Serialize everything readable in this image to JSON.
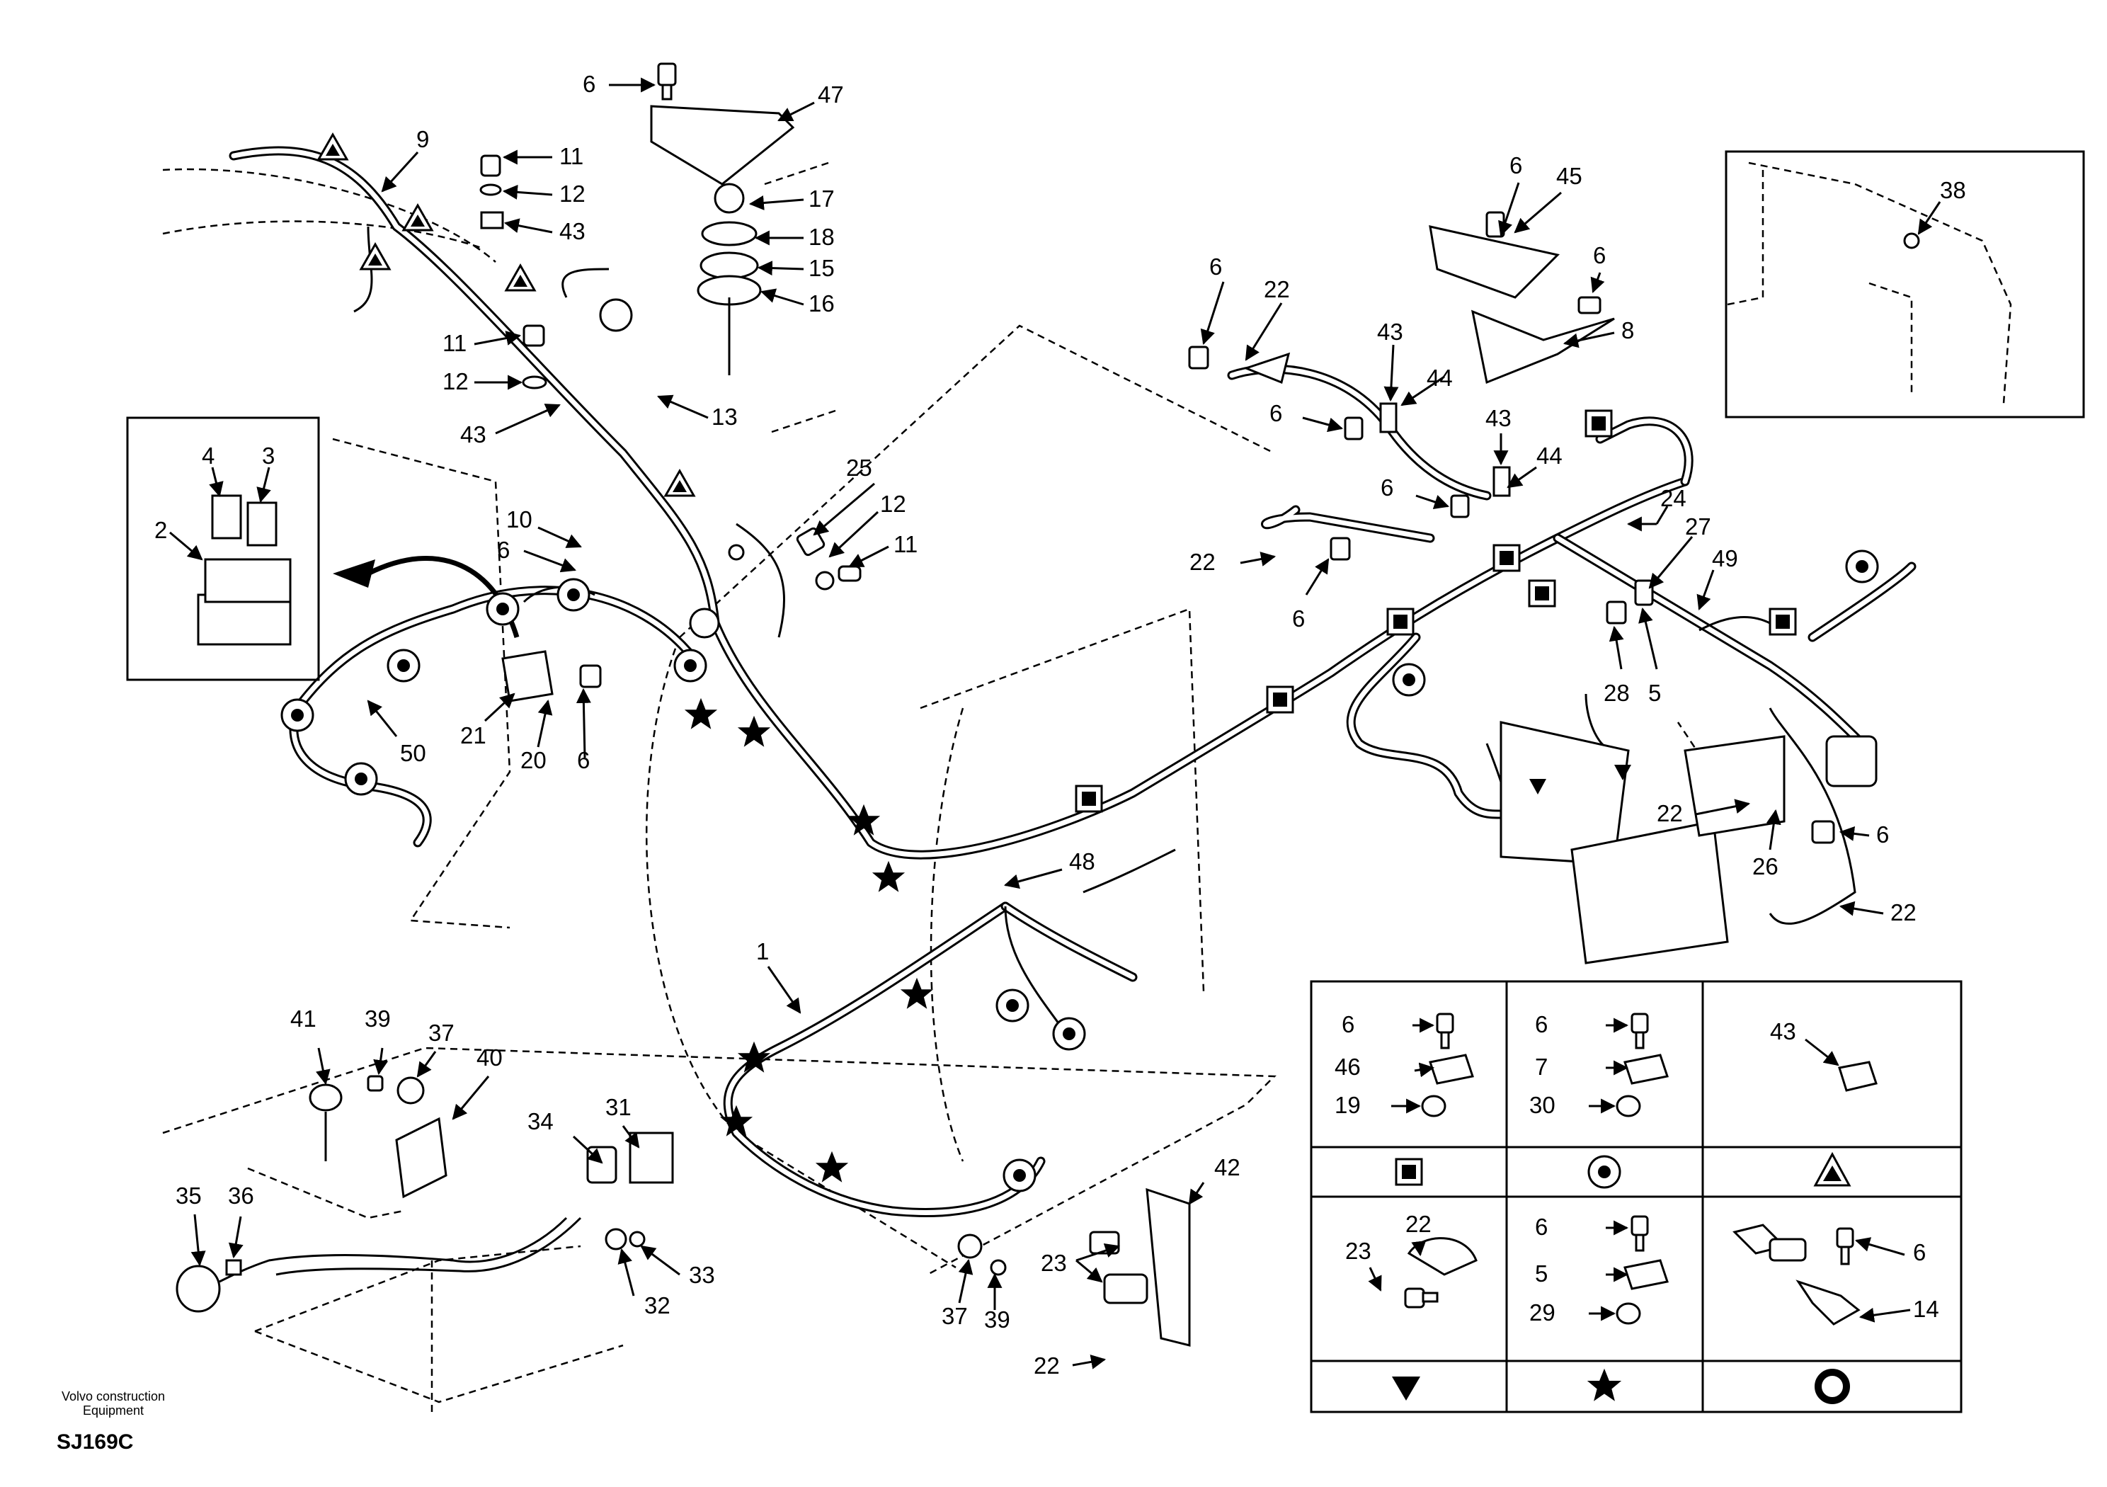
{
  "footer": {
    "brand_line1": "Volvo construction",
    "brand_line2": "Equipment",
    "drawing_code": "SJ169C"
  },
  "callouts": [
    {
      "id": "c6-top",
      "text": "6"
    },
    {
      "id": "c47",
      "text": "47"
    },
    {
      "id": "c9",
      "text": "9"
    },
    {
      "id": "c11-top",
      "text": "11"
    },
    {
      "id": "c12-top",
      "text": "12"
    },
    {
      "id": "c43-top",
      "text": "43"
    },
    {
      "id": "c17",
      "text": "17"
    },
    {
      "id": "c18",
      "text": "18"
    },
    {
      "id": "c15",
      "text": "15"
    },
    {
      "id": "c16",
      "text": "16"
    },
    {
      "id": "c11-mid",
      "text": "11"
    },
    {
      "id": "c12-mid",
      "text": "12"
    },
    {
      "id": "c43-mid",
      "text": "43"
    },
    {
      "id": "c13",
      "text": "13"
    },
    {
      "id": "c4",
      "text": "4"
    },
    {
      "id": "c3",
      "text": "3"
    },
    {
      "id": "c2",
      "text": "2"
    },
    {
      "id": "c10",
      "text": "10"
    },
    {
      "id": "c6-left",
      "text": "6"
    },
    {
      "id": "c25",
      "text": "25"
    },
    {
      "id": "c12-c",
      "text": "12"
    },
    {
      "id": "c11-c",
      "text": "11"
    },
    {
      "id": "c50",
      "text": "50"
    },
    {
      "id": "c21",
      "text": "21"
    },
    {
      "id": "c20",
      "text": "20"
    },
    {
      "id": "c6-20",
      "text": "6"
    },
    {
      "id": "c6-45",
      "text": "6"
    },
    {
      "id": "c45",
      "text": "45"
    },
    {
      "id": "c38",
      "text": "38"
    },
    {
      "id": "c6-22",
      "text": "6"
    },
    {
      "id": "c22-top",
      "text": "22"
    },
    {
      "id": "c6-8",
      "text": "6"
    },
    {
      "id": "c8",
      "text": "8"
    },
    {
      "id": "c43-r1",
      "text": "43"
    },
    {
      "id": "c44-r1",
      "text": "44"
    },
    {
      "id": "c6-r1",
      "text": "6"
    },
    {
      "id": "c43-r2",
      "text": "43"
    },
    {
      "id": "c44-r2",
      "text": "44"
    },
    {
      "id": "c6-r2",
      "text": "6"
    },
    {
      "id": "c24",
      "text": "24"
    },
    {
      "id": "c22-mid",
      "text": "22"
    },
    {
      "id": "c6-mid",
      "text": "6"
    },
    {
      "id": "c27",
      "text": "27"
    },
    {
      "id": "c49",
      "text": "49"
    },
    {
      "id": "c28",
      "text": "28"
    },
    {
      "id": "c5",
      "text": "5"
    },
    {
      "id": "c22-r",
      "text": "22"
    },
    {
      "id": "c26",
      "text": "26"
    },
    {
      "id": "c6-rr",
      "text": "6"
    },
    {
      "id": "c22-rb",
      "text": "22"
    },
    {
      "id": "c48",
      "text": "48"
    },
    {
      "id": "c1",
      "text": "1"
    },
    {
      "id": "c41",
      "text": "41"
    },
    {
      "id": "c39-top",
      "text": "39"
    },
    {
      "id": "c37-top",
      "text": "37"
    },
    {
      "id": "c40",
      "text": "40"
    },
    {
      "id": "c34",
      "text": "34"
    },
    {
      "id": "c31",
      "text": "31"
    },
    {
      "id": "c35",
      "text": "35"
    },
    {
      "id": "c36",
      "text": "36"
    },
    {
      "id": "c32",
      "text": "32"
    },
    {
      "id": "c33",
      "text": "33"
    },
    {
      "id": "c42",
      "text": "42"
    },
    {
      "id": "c23-b",
      "text": "23"
    },
    {
      "id": "c22-b",
      "text": "22"
    },
    {
      "id": "c37-b",
      "text": "37"
    },
    {
      "id": "c39-b",
      "text": "39"
    }
  ],
  "legend": {
    "cells": [
      {
        "id": "square",
        "labels": [
          "6",
          "46",
          "19"
        ]
      },
      {
        "id": "circle",
        "labels": [
          "6",
          "7",
          "30"
        ]
      },
      {
        "id": "triangle",
        "labels": [
          "43"
        ]
      },
      {
        "id": "down-triangle",
        "labels": [
          "23",
          "22"
        ]
      },
      {
        "id": "star",
        "labels": [
          "6",
          "5",
          "29"
        ]
      },
      {
        "id": "ring",
        "labels": [
          "6",
          "14"
        ]
      }
    ]
  }
}
